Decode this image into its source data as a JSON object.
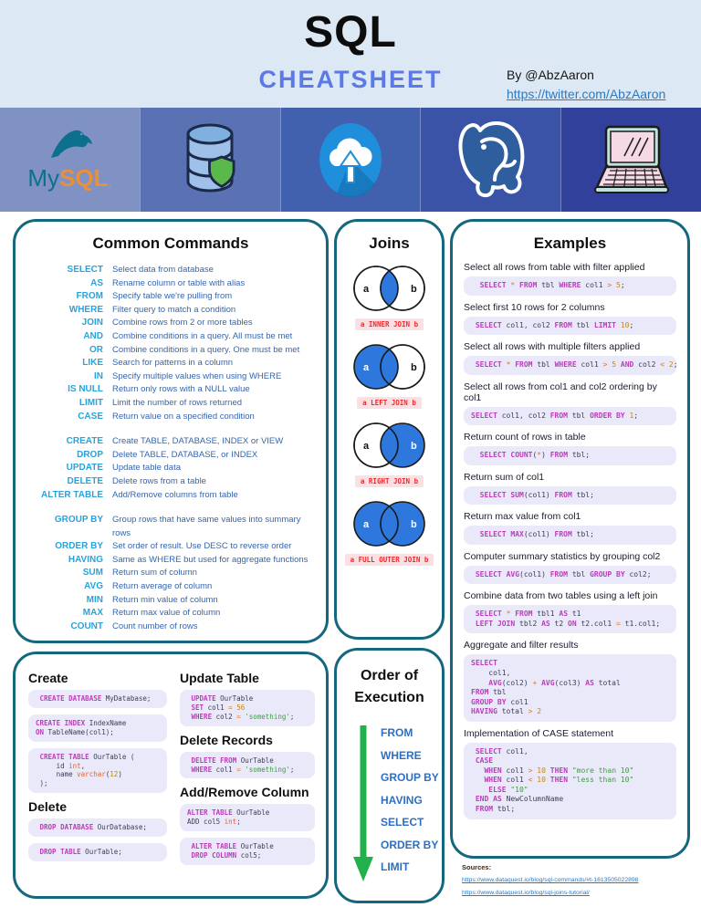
{
  "header": {
    "title": "SQL",
    "subtitle": "CHEATSHEET",
    "byline": "By @AbzAaron",
    "link": "https://twitter.com/AbzAaron"
  },
  "logo_bar": {
    "mysql": {
      "my": "My",
      "sql": "SQL",
      "dot": "."
    },
    "icons": [
      "mysql-logo",
      "database-shield-icon",
      "cloud-upload-icon",
      "postgresql-elephant-icon",
      "laptop-icon"
    ]
  },
  "common_commands": {
    "title": "Common Commands",
    "groups": [
      [
        {
          "term": "SELECT",
          "desc": "Select data from database"
        },
        {
          "term": "AS",
          "desc": "Rename column or table with alias"
        },
        {
          "term": "FROM",
          "desc": "Specify table we're pulling from"
        },
        {
          "term": "WHERE",
          "desc": "Filter query to match a condition"
        },
        {
          "term": "JOIN",
          "desc": "Combine rows from 2 or more tables"
        },
        {
          "term": "AND",
          "desc": "Combine conditions in a query. All must be met"
        },
        {
          "term": "OR",
          "desc": "Combine conditions in a query. One must be met"
        },
        {
          "term": "LIKE",
          "desc": "Search for patterns in a column"
        },
        {
          "term": "IN",
          "desc": "Specify multiple values when using WHERE"
        },
        {
          "term": "IS NULL",
          "desc": "Return only rows with a NULL value"
        },
        {
          "term": "LIMIT",
          "desc": "Limit the number of rows returned"
        },
        {
          "term": "CASE",
          "desc": "Return value on a specified condition"
        }
      ],
      [
        {
          "term": "CREATE",
          "desc": "Create TABLE, DATABASE, INDEX or VIEW"
        },
        {
          "term": "DROP",
          "desc": "Delete TABLE, DATABASE, or INDEX"
        },
        {
          "term": "UPDATE",
          "desc": "Update table data"
        },
        {
          "term": "DELETE",
          "desc": "Delete rows from a table"
        },
        {
          "term": "ALTER TABLE",
          "desc": "Add/Remove columns from table"
        }
      ],
      [
        {
          "term": "GROUP BY",
          "desc": "Group rows that have same values into summary rows"
        },
        {
          "term": "ORDER BY",
          "desc": "Set order of result. Use DESC to reverse order"
        },
        {
          "term": "HAVING",
          "desc": "Same as WHERE but used for aggregate functions"
        },
        {
          "term": "SUM",
          "desc": "Return sum of column"
        },
        {
          "term": "AVG",
          "desc": "Return average of column"
        },
        {
          "term": "MIN",
          "desc": "Return min value of column"
        },
        {
          "term": "MAX",
          "desc": "Return max value of column"
        },
        {
          "term": "COUNT",
          "desc": "Count number of rows"
        }
      ]
    ]
  },
  "joins": {
    "title": "Joins",
    "label_a": "a",
    "label_b": "b",
    "items": [
      {
        "type": "inner",
        "caption": "a INNER JOIN b"
      },
      {
        "type": "left",
        "caption": "a LEFT JOIN b"
      },
      {
        "type": "right",
        "caption": "a RIGHT JOIN b"
      },
      {
        "type": "full",
        "caption": "a FULL OUTER JOIN b"
      }
    ]
  },
  "examples": {
    "title": "Examples",
    "items": [
      {
        "label": "Select all rows from table with filter applied",
        "code": "  SELECT * FROM tbl WHERE col1 > 5;"
      },
      {
        "label": "Select first 10 rows for 2 columns",
        "code": " SELECT col1, col2 FROM tbl LIMIT 10;"
      },
      {
        "label": "Select all rows with multiple filters applied",
        "code": " SELECT * FROM tbl WHERE col1 > 5 AND col2 < 2;"
      },
      {
        "label": "Select all rows from col1 and col2 ordering by col1",
        "code": "SELECT col1, col2 FROM tbl ORDER BY 1;"
      },
      {
        "label": "Return count of rows in table",
        "code": "  SELECT COUNT(*) FROM tbl;"
      },
      {
        "label": "Return sum of col1",
        "code": "  SELECT SUM(col1) FROM tbl;"
      },
      {
        "label": "Return max value from col1",
        "code": "  SELECT MAX(col1) FROM tbl;"
      },
      {
        "label": "Computer summary statistics by grouping col2",
        "code": " SELECT AVG(col1) FROM tbl GROUP BY col2;"
      },
      {
        "label": "Combine data from two tables using a left join",
        "code": " SELECT * FROM tbl1 AS t1\n LEFT JOIN tbl2 AS t2 ON t2.col1 = t1.col1;"
      },
      {
        "label": "Aggregate and filter results",
        "code": "SELECT\n    col1,\n    AVG(col2) + AVG(col3) AS total\nFROM tbl\nGROUP BY col1\nHAVING total > 2"
      },
      {
        "label": "Implementation of CASE statement",
        "code": " SELECT col1,\n CASE\n   WHEN col1 > 10 THEN \"more than 10\"\n   WHEN col1 < 10 THEN \"less than 10\"\n    ELSE \"10\"\n END AS NewColumnName\n FROM tbl;"
      }
    ]
  },
  "ddl": {
    "sections": [
      {
        "title": "Create",
        "column": "left",
        "blocks": [
          " CREATE DATABASE MyDatabase;",
          "CREATE INDEX IndexName\nON TableName(col1);",
          " CREATE TABLE OurTable (\n     id int,\n     name varchar(12)\n );"
        ]
      },
      {
        "title": "Delete",
        "column": "left",
        "blocks": [
          " DROP DATABASE OurDatabase;",
          " DROP TABLE OurTable;"
        ]
      },
      {
        "title": "Update Table",
        "column": "right",
        "blocks": [
          " UPDATE OurTable\n SET col1 = 56\n WHERE col2 = 'something';"
        ]
      },
      {
        "title": "Delete Records",
        "column": "right",
        "blocks": [
          " DELETE FROM OurTable\n WHERE col1 = 'something';"
        ]
      },
      {
        "title": "Add/Remove Column",
        "column": "right",
        "blocks": [
          "ALTER TABLE OurTable\nADD col5 int;",
          " ALTER TABLE OurTable\n DROP COLUMN col5;"
        ]
      }
    ]
  },
  "order_of_execution": {
    "title_line1": "Order of",
    "title_line2": "Execution",
    "steps": [
      "FROM",
      "WHERE",
      "GROUP BY",
      "HAVING",
      "SELECT",
      "ORDER BY",
      "LIMIT"
    ]
  },
  "sources": {
    "label": "Sources:",
    "links": [
      "https://www.dataquest.io/blog/sql-commands/#t-1613505022898",
      "https://www.dataquest.io/blog/sql-joins-tutorial/"
    ]
  },
  "colors": {
    "accent_teal_border": "#15677e",
    "term_cyan": "#29a3dc",
    "desc_blue": "#3565ae",
    "venn_blue": "#2e77dd",
    "join_caption_red": "#f02a2a",
    "code_bg": "#e9e9fa",
    "keyword_magenta": "#bb3db8",
    "string_green": "#3f9b41",
    "number_orange": "#c8860d",
    "ooe_blue": "#2e6fc0",
    "arrow_green": "#22b14c",
    "header_bg": "#dce8f4",
    "subtitle_blue": "#5b79e8",
    "link_blue": "#2b79c2"
  }
}
